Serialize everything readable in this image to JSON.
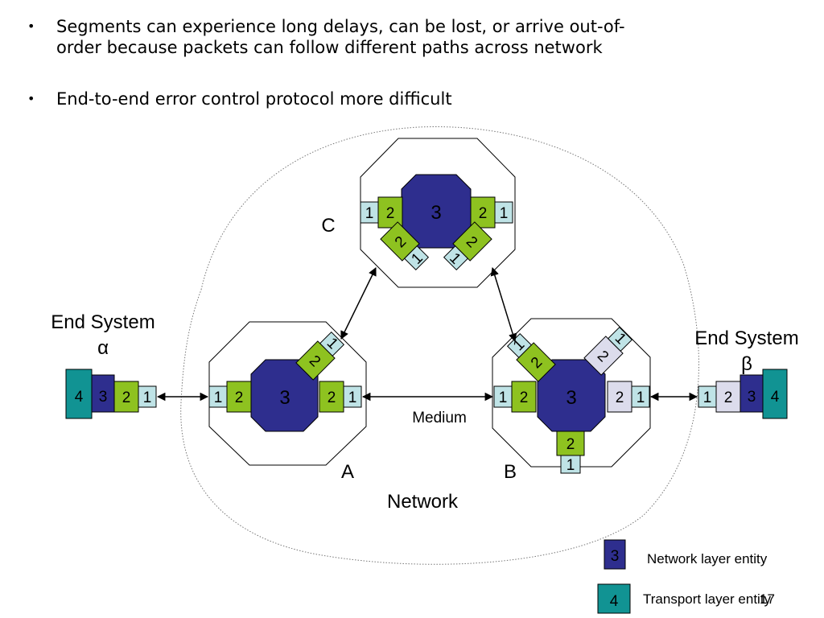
{
  "bullets": [
    "Segments can experience long delays, can be lost, or arrive out-of-order because packets can follow different paths across network",
    "End-to-end error control protocol more difficult"
  ],
  "labels": {
    "end_system_alpha": "End System",
    "alpha": "α",
    "end_system_beta": "End System",
    "beta": "β",
    "router_a": "A",
    "router_b": "B",
    "router_c": "C",
    "medium": "Medium",
    "network": "Network"
  },
  "layers": {
    "l1": "1",
    "l2": "2",
    "l3": "3",
    "l4": "4"
  },
  "legend": {
    "network_layer": "Network layer entity",
    "transport_layer": "Transport layer entity"
  },
  "page_number": "17",
  "colors": {
    "layer1": "#bfe3e6",
    "layer2": "#8ec220",
    "layer2_pale": "#dcdcec",
    "layer3": "#2e2e8e",
    "layer4": "#119393"
  }
}
